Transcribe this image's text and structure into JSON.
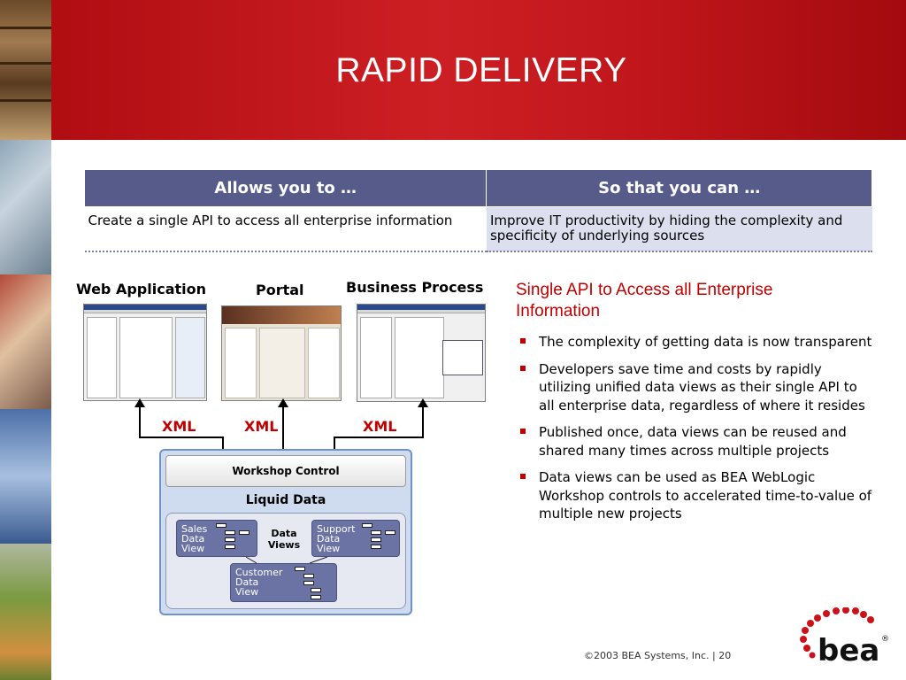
{
  "slide": {
    "title": "RAPID DELIVERY"
  },
  "table": {
    "headers": [
      "Allows you to …",
      "So that you can …"
    ],
    "rows": [
      [
        "Create a single API to access all enterprise information",
        "Improve IT productivity by hiding the complexity and specificity of underlying sources"
      ]
    ]
  },
  "diagram": {
    "apps": [
      "Web Application",
      "Portal",
      "Business Process"
    ],
    "xml_labels": [
      "XML",
      "XML",
      "XML"
    ],
    "workshop_control": "Workshop Control",
    "liquid_data": "Liquid Data",
    "data_views_label": "Data Views",
    "views": [
      {
        "line1": "Sales",
        "line2": "Data",
        "line3": "View"
      },
      {
        "line1": "Support",
        "line2": "Data",
        "line3": "View"
      },
      {
        "line1": "Customer",
        "line2": "Data",
        "line3": "View"
      }
    ]
  },
  "right": {
    "subheading": "Single API to Access all Enterprise Information",
    "bullets": [
      "The complexity of getting data is now transparent",
      "Developers save time and costs by rapidly utilizing unified data views as their single API to all enterprise data, regardless of where it resides",
      "Published once, data views can be reused and shared many times across multiple projects",
      "Data views can be used as BEA WebLogic Workshop controls to accelerated time-to-value of multiple new projects"
    ]
  },
  "footer": {
    "copyright": "©2003 BEA Systems, Inc.  |  20",
    "logo_text": "bea",
    "logo_mark": "®"
  },
  "colors": {
    "banner_red": "#c0161b",
    "table_header": "#565b8a",
    "accent_red": "#c00000",
    "data_view": "#6a73a4"
  }
}
